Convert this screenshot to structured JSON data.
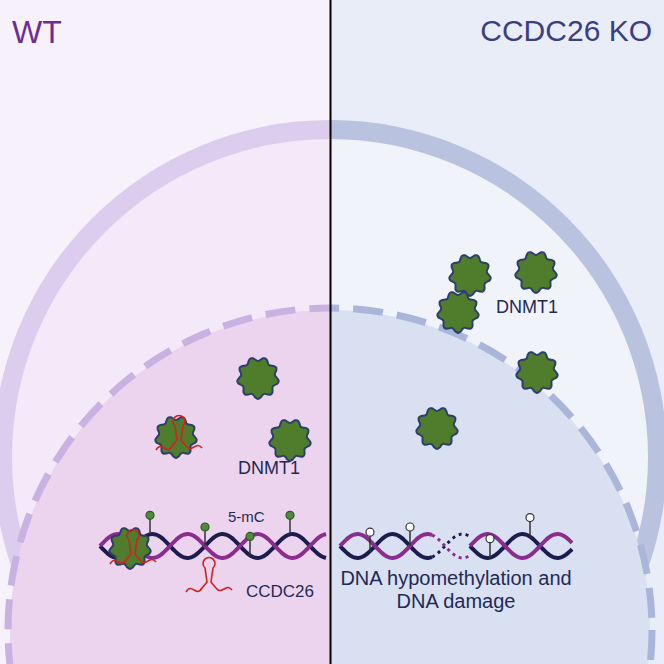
{
  "diagram": {
    "nodes": [
      {
        "text": [
          "WT"
        ]
      },
      {
        "text": [
          "CCDC26 KO"
        ]
      }
    ],
    "labels": [
      "DNMT1",
      "5-mC",
      "CCDC26",
      "DNMT1",
      "DNA hypomethylation and DNA damage"
    ]
  }
}
